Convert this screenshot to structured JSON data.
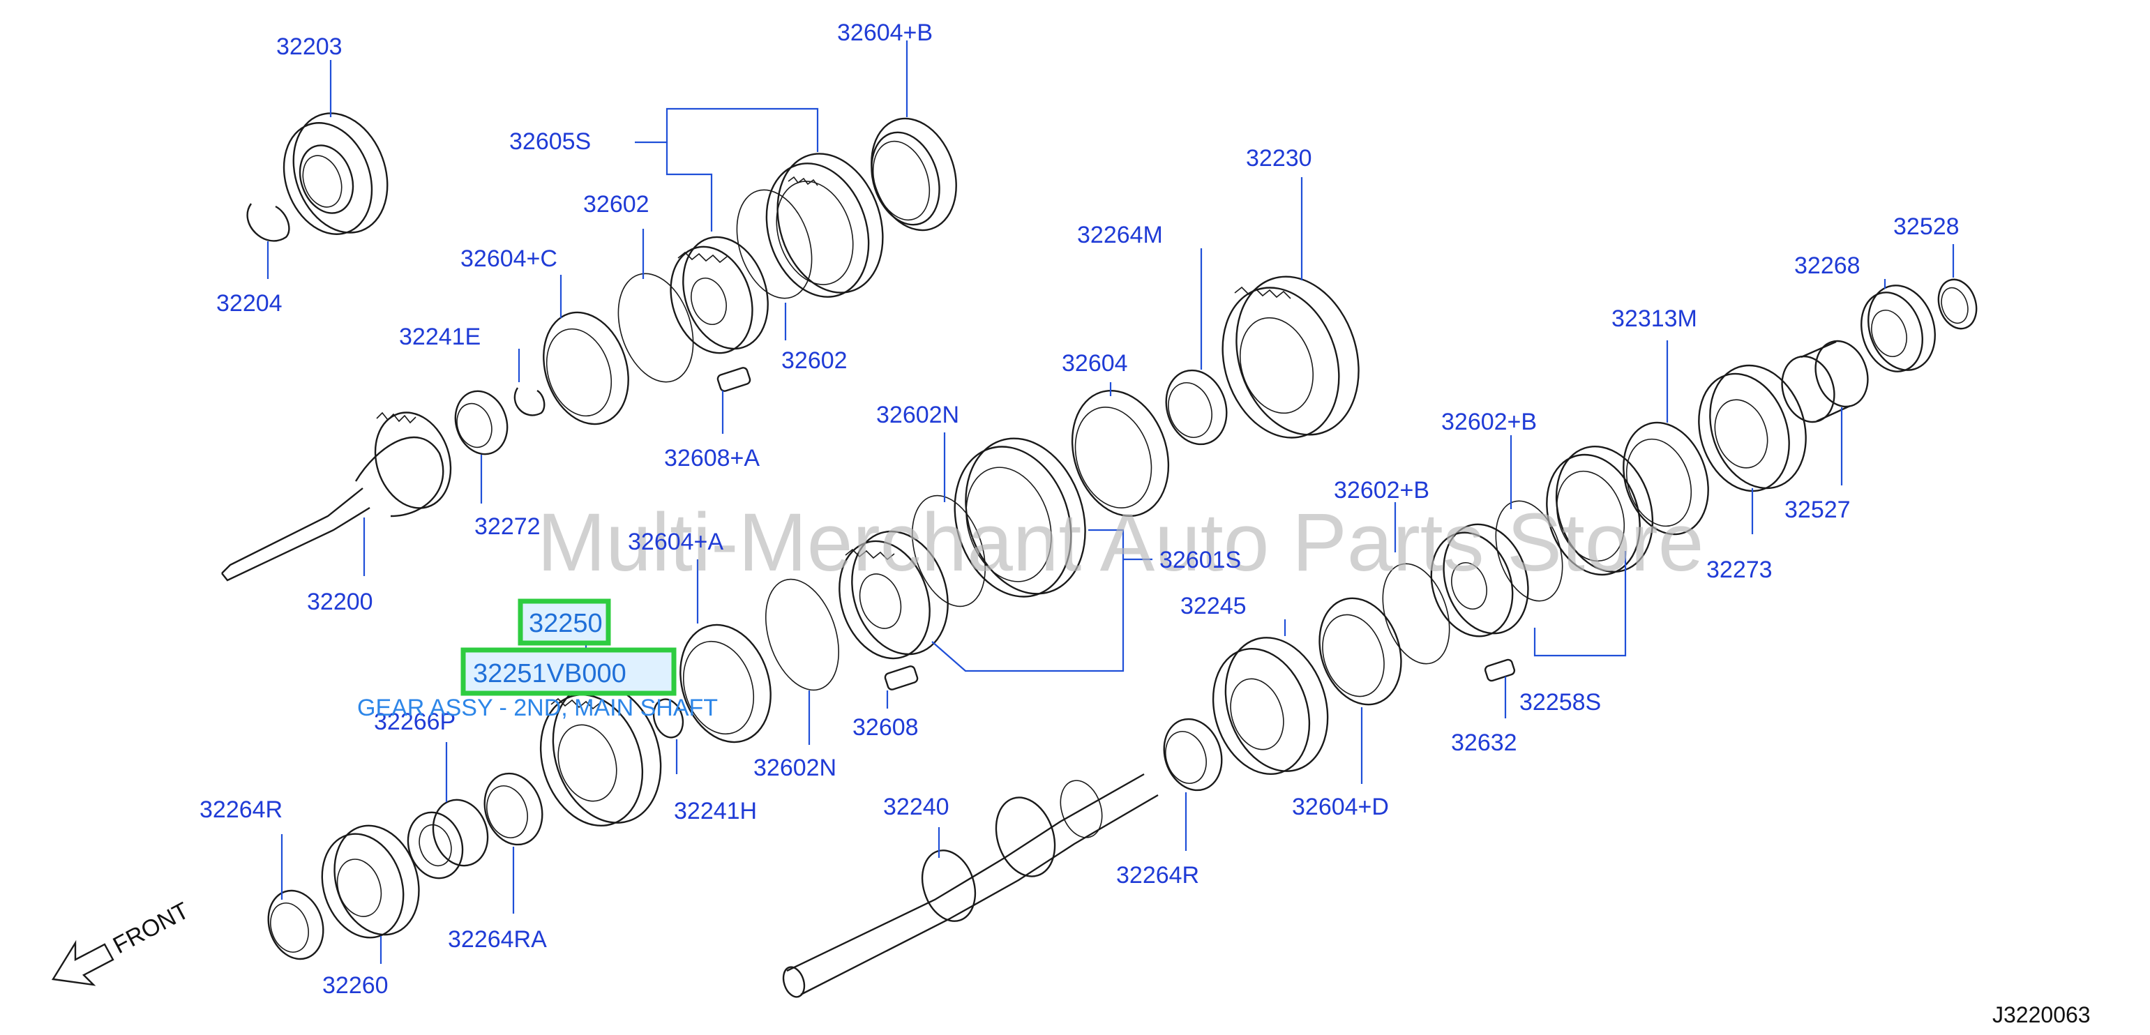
{
  "diagram": {
    "watermark": "Multi-Merchant Auto Parts Store",
    "reference_code": "J3220063",
    "front_label": "FRONT",
    "highlight": {
      "part_number": "32250",
      "sub_part_number": "32251VB000",
      "description": "GEAR ASSY - 2ND, MAIN SHAFT"
    },
    "labels": {
      "p32203": "32203",
      "p32204": "32204",
      "p32604B": "32604+B",
      "p32605S": "32605S",
      "p32602a": "32602",
      "p32602b": "32602",
      "p32604C": "32604+C",
      "p32241E": "32241E",
      "p32608A": "32608+A",
      "p32272": "32272",
      "p32200": "32200",
      "p32230": "32230",
      "p32264M": "32264M",
      "p32604": "32604",
      "p32602N_top": "32602N",
      "p32604A": "32604+A",
      "p32601S": "32601S",
      "p32608": "32608",
      "p32602N_bot": "32602N",
      "p32266P": "32266P",
      "p32241H": "32241H",
      "p32264R_left": "32264R",
      "p32264RA": "32264RA",
      "p32260": "32260",
      "p32240": "32240",
      "p32264R_mid": "32264R",
      "p32245": "32245",
      "p32604D": "32604+D",
      "p32602B_left": "32602+B",
      "p32602B_right": "32602+B",
      "p32632": "32632",
      "p32258S": "32258S",
      "p32313M": "32313M",
      "p32273": "32273",
      "p32527": "32527",
      "p32268": "32268",
      "p32528": "32528"
    }
  }
}
